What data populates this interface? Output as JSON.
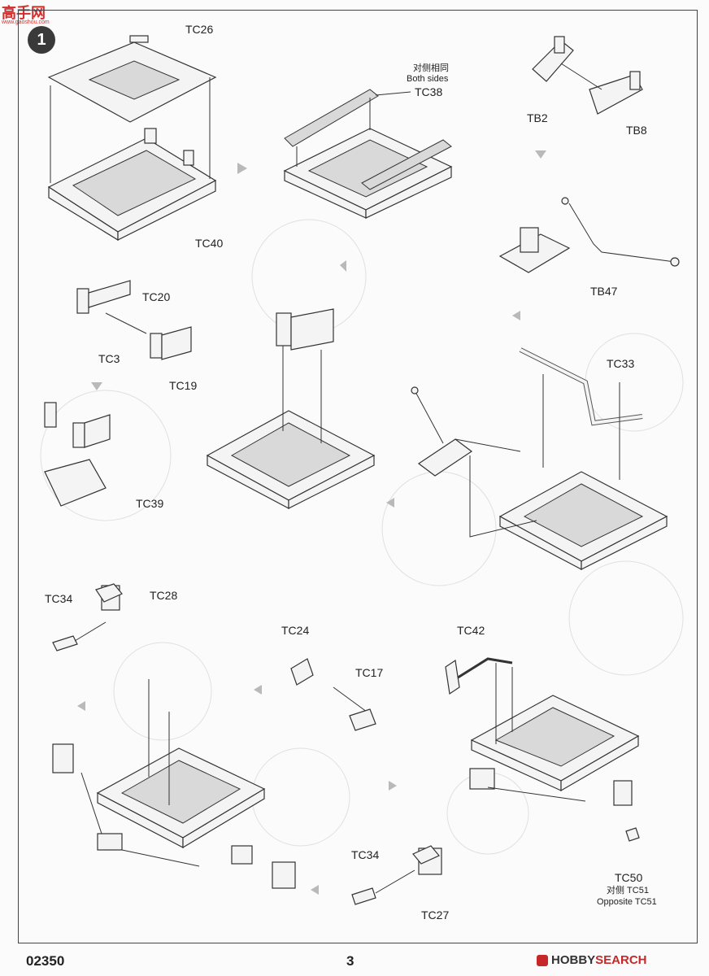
{
  "watermark": {
    "site": "高手网",
    "url": "www.gaoshou.com"
  },
  "step": {
    "number": "1"
  },
  "labels": {
    "tc26": "TC26",
    "tc40": "TC40",
    "tc38_note_cn": "对侧相同",
    "tc38_note_en": "Both sides",
    "tc38": "TC38",
    "tb2": "TB2",
    "tb8": "TB8",
    "tb47": "TB47",
    "tc20": "TC20",
    "tc3": "TC3",
    "tc19": "TC19",
    "tc39": "TC39",
    "tc33": "TC33",
    "tc34a": "TC34",
    "tc28": "TC28",
    "tc24": "TC24",
    "tc17": "TC17",
    "tc42": "TC42",
    "tc50": "TC50",
    "tc51_cn": "对侧 TC51",
    "tc51_en": "Opposite TC51",
    "tc34b": "TC34",
    "tc27": "TC27"
  },
  "footer": {
    "code": "02350",
    "page": "3",
    "brand": "HOBBY",
    "brand_sub": "SEARCH"
  }
}
